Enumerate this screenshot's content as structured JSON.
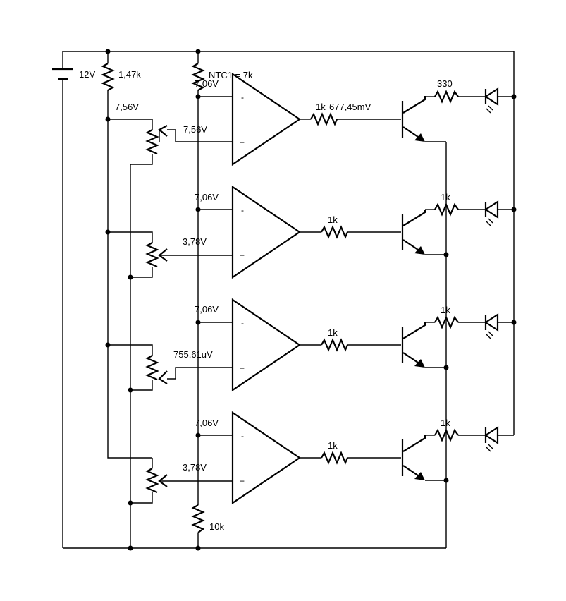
{
  "schematic": {
    "battery": {
      "label": "12V"
    },
    "divider_top_resistor": {
      "label": "1,47k"
    },
    "ntc": {
      "label": "NTC1 = 7k"
    },
    "bottom_resistor": {
      "label": "10k"
    },
    "reference_node": {
      "label": "7,56V"
    },
    "op_amp_signs": {
      "minus": "-",
      "plus": "+"
    },
    "stages": [
      {
        "inverting_voltage": "7,06V",
        "noninverting_voltage": "7,56V",
        "base_resistor": "1k",
        "base_voltage": "677,45mV",
        "collector_resistor": "330",
        "led_color": "#e02020"
      },
      {
        "inverting_voltage": "7,06V",
        "noninverting_voltage": "3,78V",
        "base_resistor": "1k",
        "base_voltage": "",
        "collector_resistor": "1k",
        "led_color": "#ffffff"
      },
      {
        "inverting_voltage": "7,06V",
        "noninverting_voltage": "755,61uV",
        "base_resistor": "1k",
        "base_voltage": "",
        "collector_resistor": "1k",
        "led_color": "#ffffff"
      },
      {
        "inverting_voltage": "7,06V",
        "noninverting_voltage": "3,78V",
        "base_resistor": "1k",
        "base_voltage": "",
        "collector_resistor": "1k",
        "led_color": "#ffffff"
      }
    ]
  }
}
